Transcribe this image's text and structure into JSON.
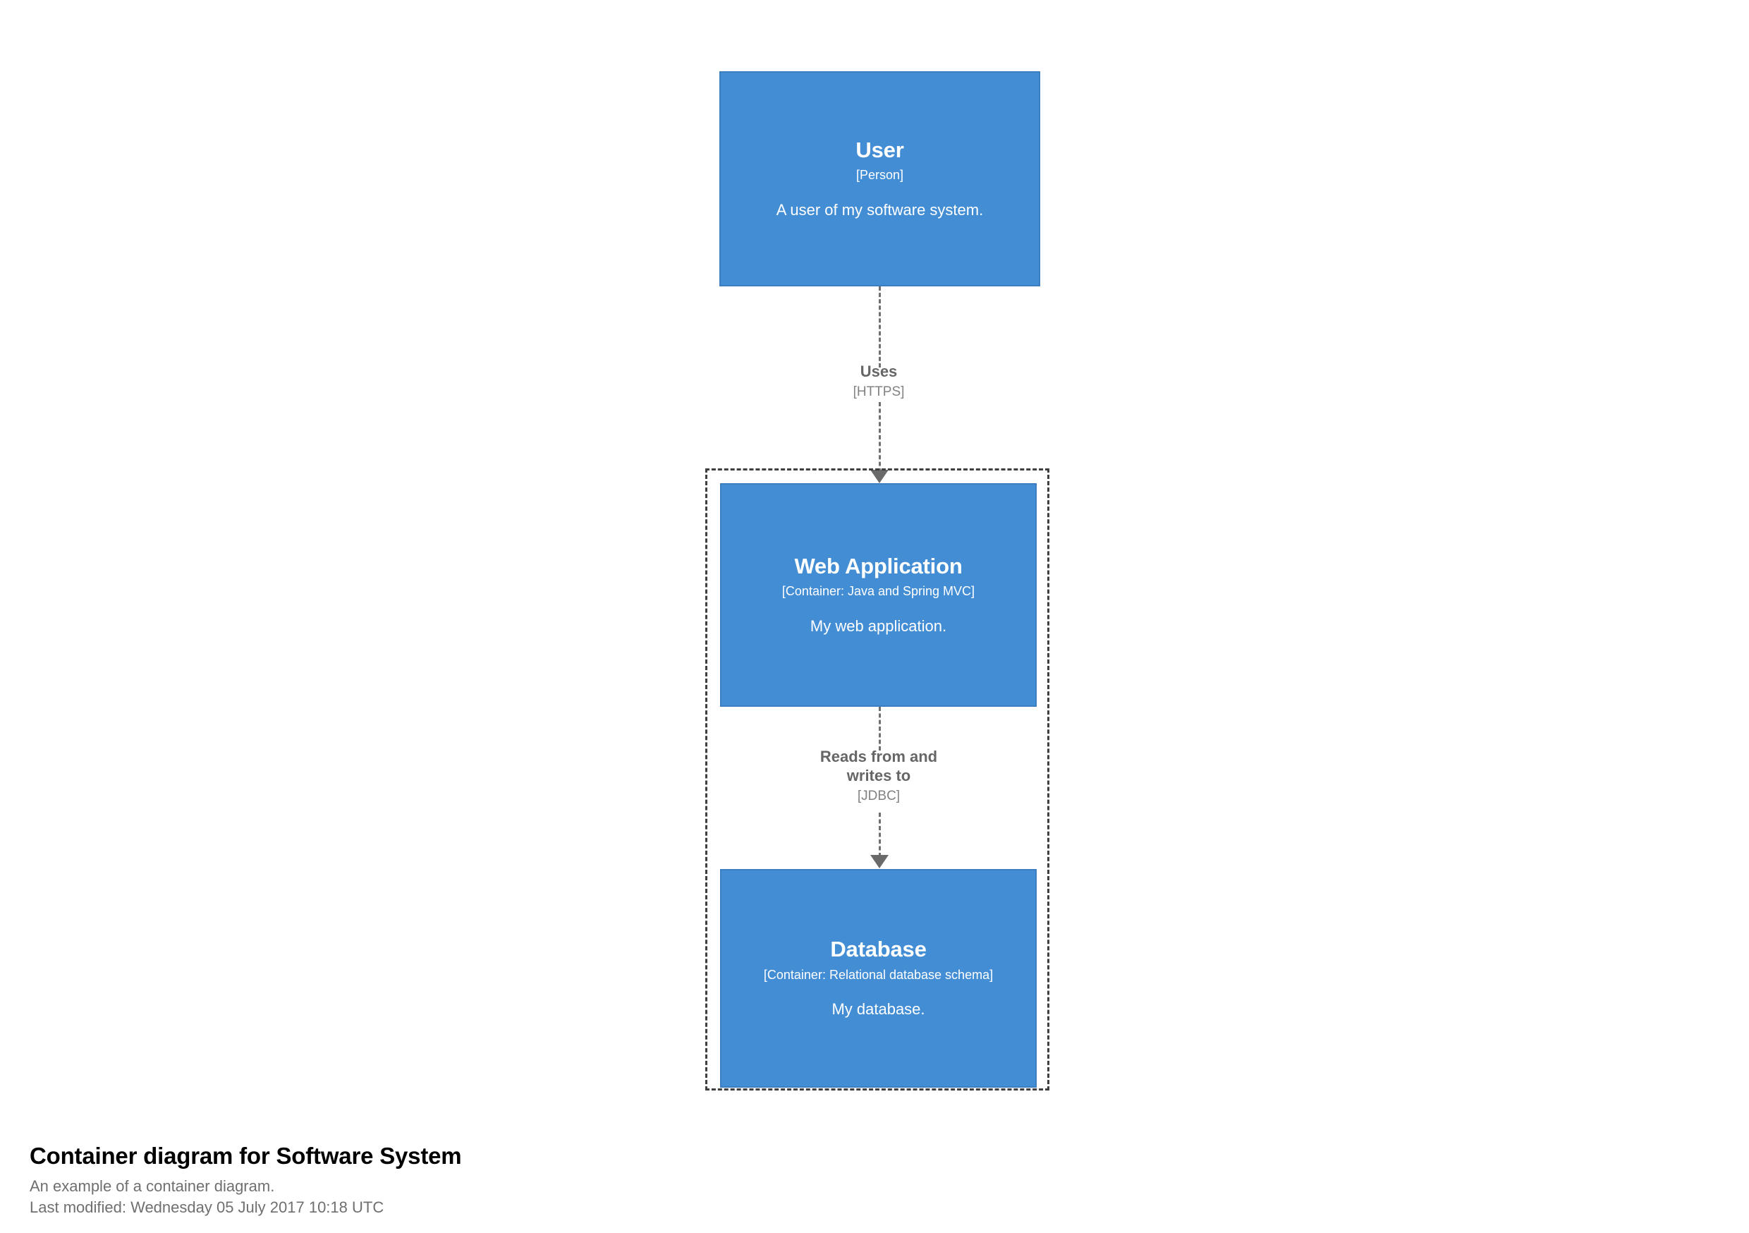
{
  "diagram": {
    "type": "c4-container-diagram",
    "colors": {
      "element_fill": "#438DD5",
      "element_stroke": "#3C7FC0",
      "element_text": "#FFFFFF",
      "boundary_stroke": "#3F3F3F",
      "relationship_stroke": "#707070",
      "relationship_text": "#666666",
      "background": "#FFFFFF"
    },
    "nodes": [
      {
        "id": "user",
        "name": "User",
        "technology": "[Person]",
        "description": "A user of my software system."
      },
      {
        "id": "webapp",
        "name": "Web Application",
        "technology": "[Container: Java and Spring MVC]",
        "description": "My web application."
      },
      {
        "id": "database",
        "name": "Database",
        "technology": "[Container: Relational database schema]",
        "description": "My database."
      }
    ],
    "boundary": {
      "id": "software-system-boundary",
      "label": ""
    },
    "relationships": [
      {
        "id": "user-uses-webapp",
        "source": "user",
        "target": "webapp",
        "description": "Uses",
        "technology": "[HTTPS]"
      },
      {
        "id": "webapp-reads-writes-database",
        "source": "webapp",
        "target": "database",
        "description": "Reads from and\nwrites to",
        "description_line1": "Reads from and",
        "description_line2": "writes to",
        "technology": "[JDBC]"
      }
    ]
  },
  "caption": {
    "title": "Container diagram for Software System",
    "description": "An example of a container diagram.",
    "last_modified": "Last modified: Wednesday 05 July 2017 10:18 UTC"
  }
}
